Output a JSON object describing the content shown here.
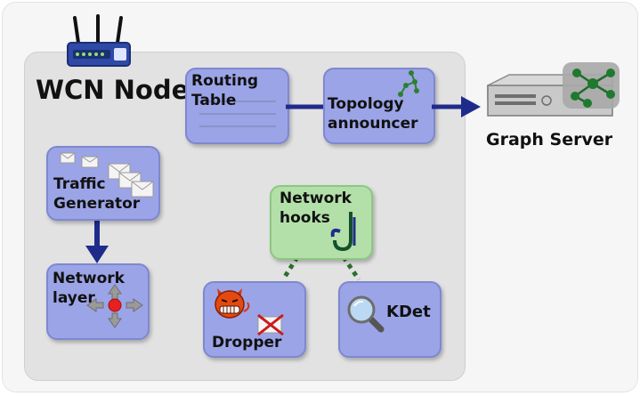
{
  "diagram": {
    "node_title": "WCN Node",
    "server_label": "Graph Server",
    "boxes": {
      "routing_table": "Routing\nTable",
      "topology": "Topology\nannouncer",
      "traffic": "Traffic\nGenerator",
      "network_layer": "Network\nlayer",
      "hooks": "Network\nhooks",
      "dropper": "Dropper",
      "kdet": "KDet"
    }
  }
}
